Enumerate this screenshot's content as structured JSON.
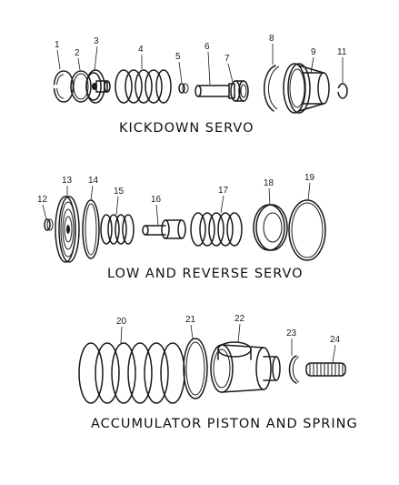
{
  "sections": [
    {
      "title": "KICKDOWN SERVO",
      "callouts": [
        "1",
        "2",
        "3",
        "4",
        "5",
        "6",
        "7",
        "8",
        "9",
        "11"
      ]
    },
    {
      "title": "LOW AND REVERSE SERVO",
      "callouts": [
        "12",
        "13",
        "14",
        "15",
        "16",
        "17",
        "18",
        "19"
      ]
    },
    {
      "title": "ACCUMULATOR PISTON AND SPRING",
      "callouts": [
        "20",
        "21",
        "22",
        "23",
        "24"
      ]
    }
  ]
}
